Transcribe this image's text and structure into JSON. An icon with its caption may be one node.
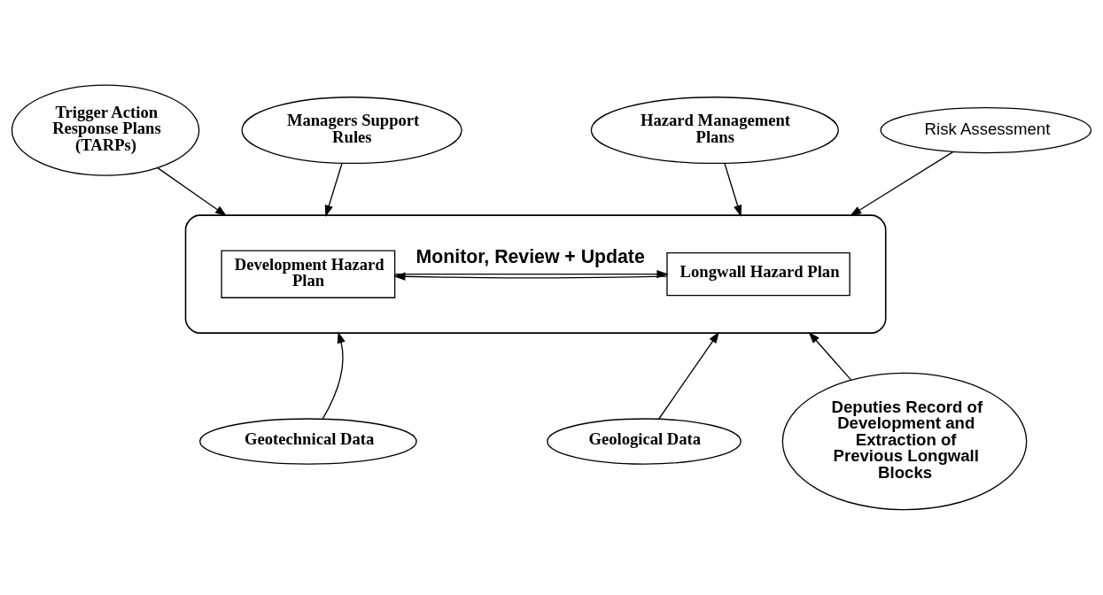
{
  "diagram": {
    "nodes": [
      {
        "text": [
          "Trigger Action Response Plans (TARPs)"
        ]
      },
      {
        "text": [
          "Managers Support Rules"
        ]
      },
      {
        "text": [
          "Hazard Management Plans"
        ]
      },
      {
        "text": [
          "Risk Assessment"
        ]
      },
      {
        "text": [],
        "shape": "ellipse"
      },
      {
        "text": [
          "Development Hazard Plan"
        ],
        "in": 4
      },
      {
        "text": [
          "Longwall Hazard Plan"
        ],
        "in": 4
      },
      {
        "text": [
          "Geotechnical Data"
        ]
      },
      {
        "text": [
          "Geological Data"
        ]
      },
      {
        "text": [
          "Deputies Record of Development and Extraction of Previous Longwall Blocks"
        ]
      }
    ],
    "edges": [
      {
        "from": 0,
        "to": 4,
        "arrow": "to"
      },
      {
        "from": 1,
        "to": 4,
        "arrow": "to"
      },
      {
        "from": 2,
        "to": 4,
        "arrow": "to"
      },
      {
        "from": 3,
        "to": 4,
        "arrow": "to"
      },
      {
        "from": 5,
        "to": 6,
        "arrow": "to",
        "label": "Monitor, Review + Update"
      },
      {
        "from": 6,
        "to": 5,
        "arrow": "to"
      },
      {
        "from": 7,
        "to": 4,
        "arrow": "to"
      },
      {
        "from": 8,
        "to": 4,
        "arrow": "to"
      },
      {
        "from": 9,
        "to": 4,
        "arrow": "to"
      }
    ]
  }
}
